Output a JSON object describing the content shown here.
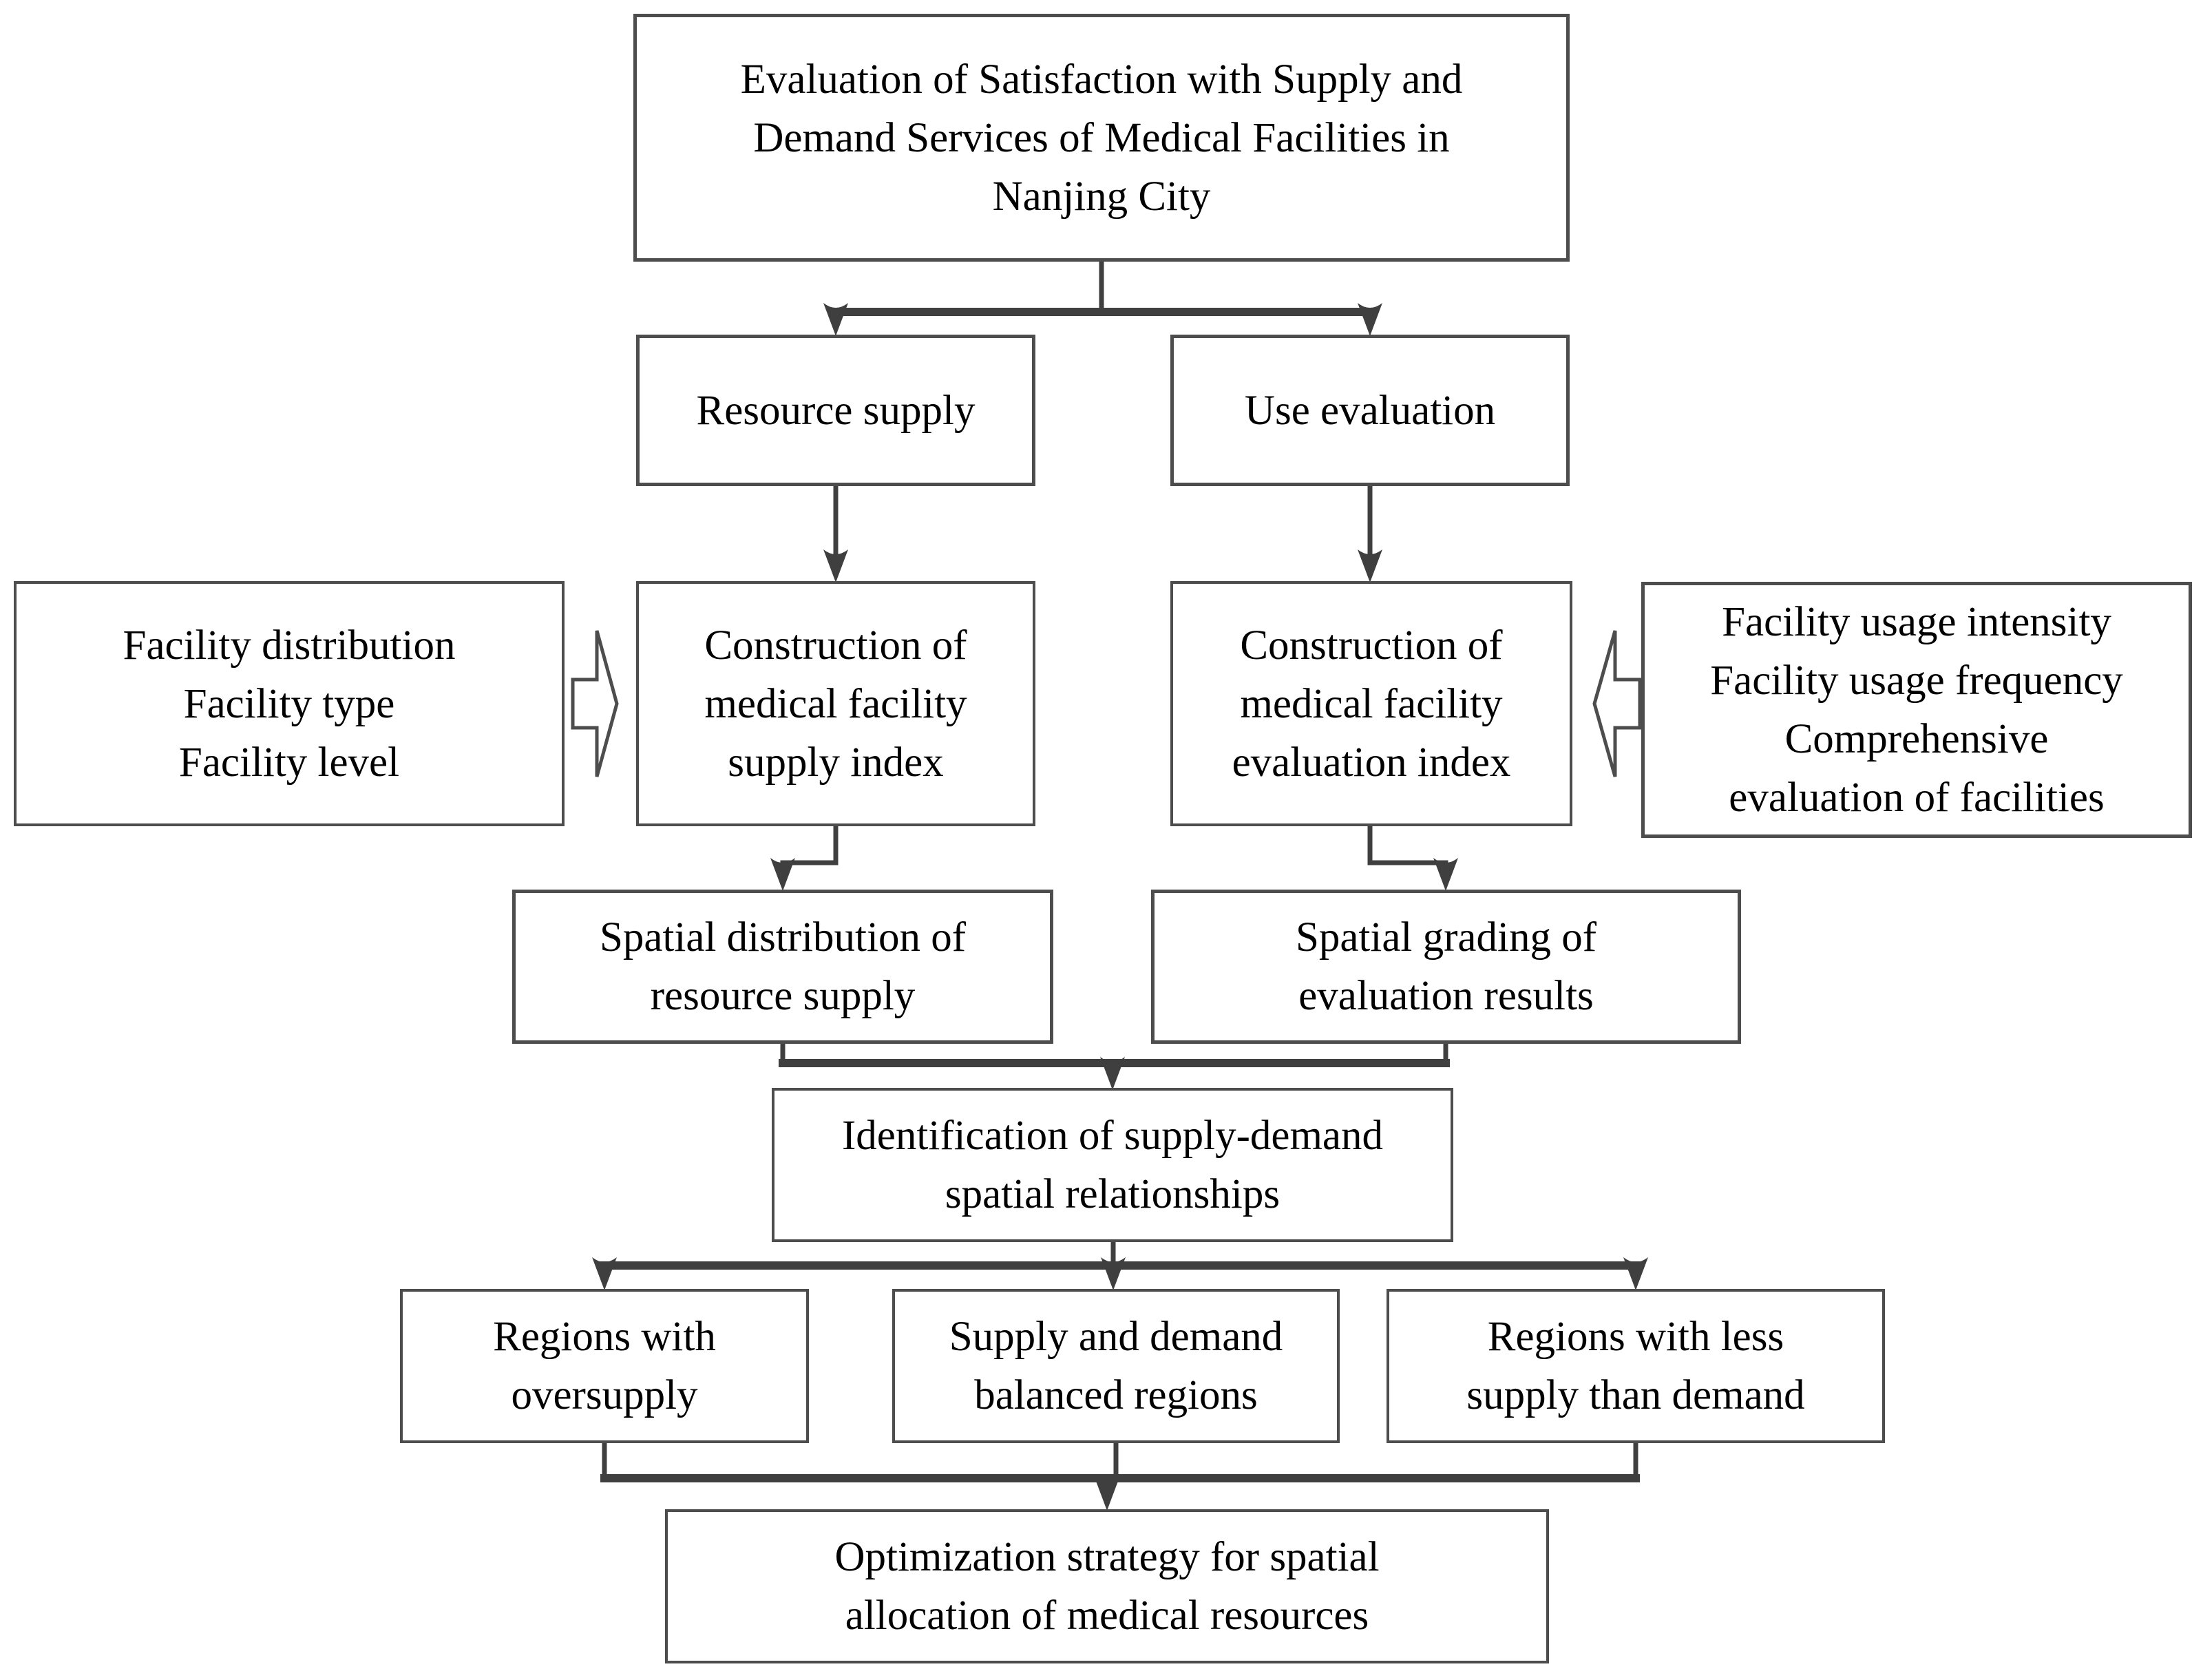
{
  "page": {
    "background": "#ffffff"
  },
  "colors": {
    "connector": "#3f3f3f",
    "box_border": "#4d4d4d",
    "text": "#000000"
  },
  "flowchart": {
    "title": {
      "lines": [
        "Evaluation of Satisfaction with Supply and",
        "Demand Services of Medical Facilities in",
        "Nanjing City"
      ]
    },
    "resource_supply": {
      "lines": [
        "Resource supply"
      ]
    },
    "use_evaluation": {
      "lines": [
        "Use evaluation"
      ]
    },
    "supply_inputs": {
      "lines": [
        "Facility distribution",
        "Facility type",
        "Facility level"
      ]
    },
    "supply_index": {
      "lines": [
        "Construction of",
        "medical facility",
        "supply index"
      ]
    },
    "evaluation_index": {
      "lines": [
        "Construction of",
        "medical facility",
        "evaluation index"
      ]
    },
    "evaluation_inputs": {
      "lines": [
        "Facility usage intensity",
        "Facility usage frequency",
        "Comprehensive",
        "evaluation of facilities"
      ]
    },
    "spatial_distribution": {
      "lines": [
        "Spatial distribution of",
        "resource supply"
      ]
    },
    "spatial_grading": {
      "lines": [
        "Spatial grading of",
        "evaluation results"
      ]
    },
    "identification": {
      "lines": [
        "Identification of supply-demand",
        "spatial relationships"
      ]
    },
    "oversupply": {
      "lines": [
        "Regions with",
        "oversupply"
      ]
    },
    "balanced": {
      "lines": [
        "Supply and demand",
        "balanced regions"
      ]
    },
    "undersupply": {
      "lines": [
        "Regions with less",
        "supply than demand"
      ]
    },
    "optimization": {
      "lines": [
        "Optimization strategy for spatial",
        "allocation of medical resources"
      ]
    }
  },
  "edges": [
    {
      "from": "title",
      "to": "resource_supply"
    },
    {
      "from": "title",
      "to": "use_evaluation"
    },
    {
      "from": "resource_supply",
      "to": "supply_index"
    },
    {
      "from": "use_evaluation",
      "to": "evaluation_index"
    },
    {
      "from": "supply_inputs",
      "to": "supply_index",
      "style": "hollow-block-arrow"
    },
    {
      "from": "evaluation_inputs",
      "to": "evaluation_index",
      "style": "hollow-block-arrow"
    },
    {
      "from": "supply_index",
      "to": "spatial_distribution"
    },
    {
      "from": "evaluation_index",
      "to": "spatial_grading"
    },
    {
      "from": "spatial_distribution",
      "to": "identification"
    },
    {
      "from": "spatial_grading",
      "to": "identification"
    },
    {
      "from": "identification",
      "to": "oversupply"
    },
    {
      "from": "identification",
      "to": "balanced"
    },
    {
      "from": "identification",
      "to": "undersupply"
    },
    {
      "from": "oversupply",
      "to": "optimization"
    },
    {
      "from": "balanced",
      "to": "optimization"
    },
    {
      "from": "undersupply",
      "to": "optimization"
    }
  ]
}
